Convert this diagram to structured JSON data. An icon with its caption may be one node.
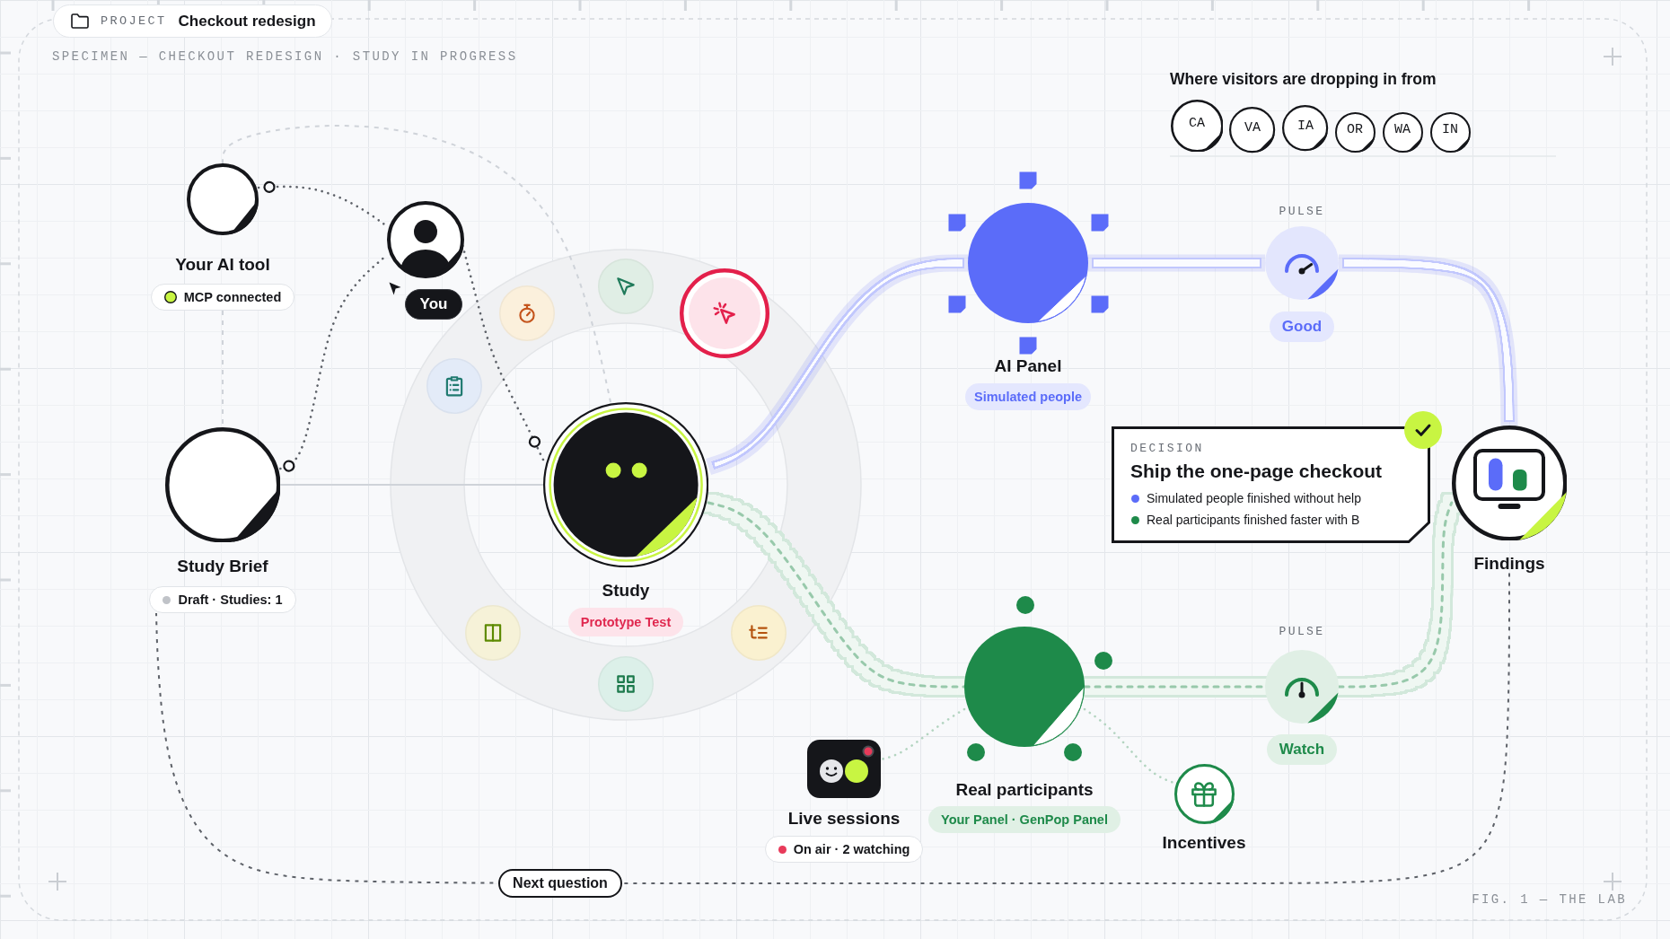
{
  "diagram": {
    "nodes": [
      {
        "text": [
          "PROJECT",
          "Checkout redesign"
        ]
      },
      {
        "text": [
          "CA"
        ]
      },
      {
        "text": [
          "VA"
        ]
      },
      {
        "text": [
          "IA"
        ]
      },
      {
        "text": [
          "OR"
        ]
      },
      {
        "text": [
          "WA"
        ]
      },
      {
        "text": [
          "IN"
        ]
      },
      {
        "text": [
          "Your AI tool",
          "MCP connected"
        ]
      },
      {
        "text": [
          "You"
        ]
      },
      {
        "text": [
          "AI Panel",
          "Simulated people"
        ]
      },
      {
        "text": [
          "PULSE",
          "Good"
        ]
      },
      {
        "text": [
          "Study Brief",
          "Draft · Studies: 1"
        ]
      },
      {
        "text": [
          "Study",
          "Prototype Test"
        ]
      },
      {
        "text": [
          "DECISION",
          "Ship the one-page checkout",
          "Simulated people finished without help",
          "Real participants finished faster with B"
        ]
      },
      {
        "text": [
          "Findings"
        ]
      },
      {
        "text": [
          "Real participants",
          "Your Panel · GenPop Panel"
        ]
      },
      {
        "text": [
          "PULSE",
          "Watch"
        ]
      },
      {
        "text": [
          "Live sessions",
          "On air · 2 watching"
        ]
      },
      {
        "text": [
          "Incentives"
        ]
      }
    ],
    "edges": [
      {
        "from": 7,
        "to": 8,
        "arrow": "other",
        "style": "dashed"
      },
      {
        "from": 11,
        "to": 8,
        "arrow": "other",
        "style": "dashed"
      },
      {
        "from": 12,
        "to": 8,
        "arrow": "other",
        "style": "dashed"
      },
      {
        "from": 7,
        "to": 11,
        "arrow": "none",
        "style": "dashed",
        "color": "#cfd3d9"
      },
      {
        "from": 7,
        "to": 12,
        "arrow": "none",
        "style": "dashed",
        "color": "#cfd3d9"
      },
      {
        "from": 11,
        "to": 12,
        "arrow": "none",
        "color": "#cfd3d9"
      },
      {
        "from": 12,
        "to": 9,
        "arrow": "none",
        "style": "thick",
        "color": "#5b6cf9"
      },
      {
        "from": 9,
        "to": 10,
        "arrow": "none",
        "style": "thick",
        "color": "#5b6cf9"
      },
      {
        "from": 10,
        "to": 14,
        "arrow": "none",
        "style": "thick",
        "color": "#5b6cf9"
      },
      {
        "from": 12,
        "to": 15,
        "arrow": "none",
        "style": "dashed",
        "color": "#1e8a4a"
      },
      {
        "from": 15,
        "to": 16,
        "arrow": "none",
        "style": "dashed",
        "color": "#1e8a4a"
      },
      {
        "from": 16,
        "to": 14,
        "arrow": "none",
        "style": "dashed",
        "color": "#1e8a4a"
      },
      {
        "from": 15,
        "to": 17,
        "arrow": "none",
        "style": "dashed",
        "color": "#b3d4c0"
      },
      {
        "from": 15,
        "to": 18,
        "arrow": "none",
        "style": "dashed",
        "color": "#b3d4c0"
      },
      {
        "from": 14,
        "to": 11,
        "arrow": "none",
        "style": "dashed",
        "label": "Next question"
      }
    ],
    "labels": [
      "SPECIMEN — CHECKOUT REDESIGN · STUDY IN PROGRESS",
      "Where visitors are dropping in from",
      "FIG. 1 — THE LAB"
    ]
  }
}
